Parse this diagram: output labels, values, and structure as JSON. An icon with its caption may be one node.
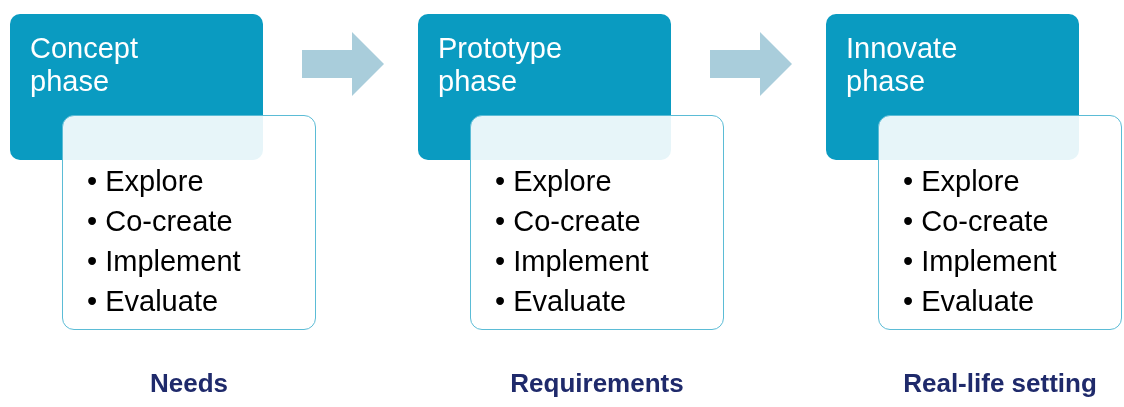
{
  "diagram": {
    "nodes": [
      {
        "text": [
          "Concept phase"
        ]
      },
      {
        "text": [
          "• Explore",
          "• Co-create",
          "• Implement",
          "• Evaluate"
        ]
      },
      {
        "text": [
          "Prototype phase"
        ]
      },
      {
        "text": [
          "• Explore",
          "• Co-create",
          "• Implement",
          "• Evaluate"
        ]
      },
      {
        "text": [
          "Innovate phase"
        ]
      },
      {
        "text": [
          "• Explore",
          "• Co-create",
          "• Implement",
          "• Evaluate"
        ]
      }
    ],
    "edges": [
      {
        "from": 0,
        "to": 2,
        "arrow": "to",
        "style": "thick"
      },
      {
        "from": 2,
        "to": 4,
        "arrow": "to",
        "style": "thick"
      }
    ],
    "labels": [
      "Needs",
      "Requirements",
      "Real-life setting"
    ]
  }
}
